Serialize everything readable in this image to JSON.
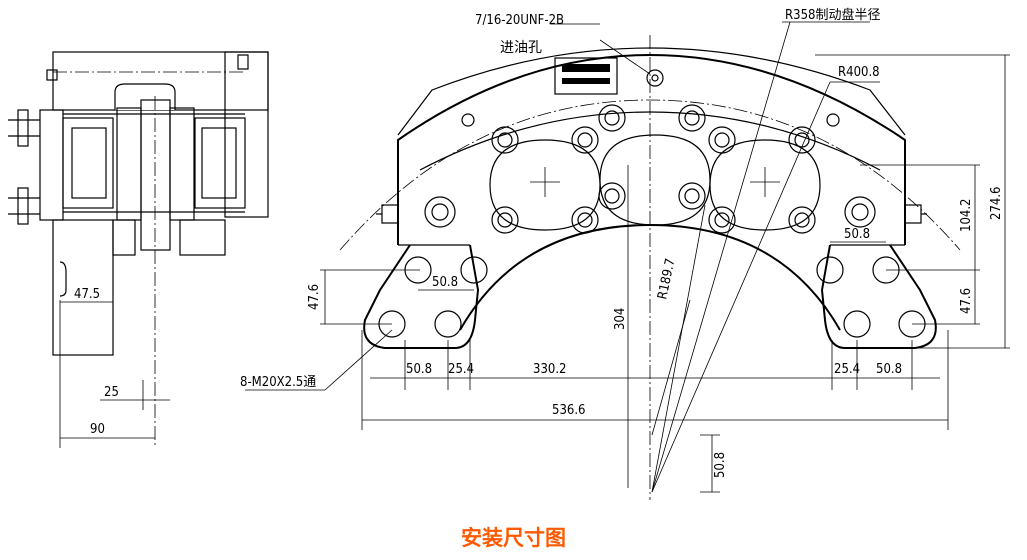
{
  "caption": {
    "text": "安装尺寸图",
    "color": "#ff5a00"
  },
  "side_view": {
    "dims": {
      "d1": "47.5",
      "d2": "25",
      "d3": "90"
    }
  },
  "front_view": {
    "callouts": {
      "port_thread": "7/16-20UNF-2B",
      "port_label": "进油孔",
      "disc_radius": "R358制动盘半径",
      "outer_radius": "R400.8",
      "bolt_note": "8-M20X2.5通"
    },
    "dims": {
      "d_47_6_left": "47.6",
      "d_50_8_top_left": "50.8",
      "d_50_8_top_right": "50.8",
      "d_47_6_right": "47.6",
      "d_104_2": "104.2",
      "d_274_6": "274.6",
      "d_304": "304",
      "d_r189_7": "R189.7",
      "d_50_8_bl": "50.8",
      "d_25_4_l": "25.4",
      "d_330_2": "330.2",
      "d_25_4_r": "25.4",
      "d_50_8_br": "50.8",
      "d_536_6": "536.6",
      "d_50_8_bottom": "50.8"
    }
  }
}
